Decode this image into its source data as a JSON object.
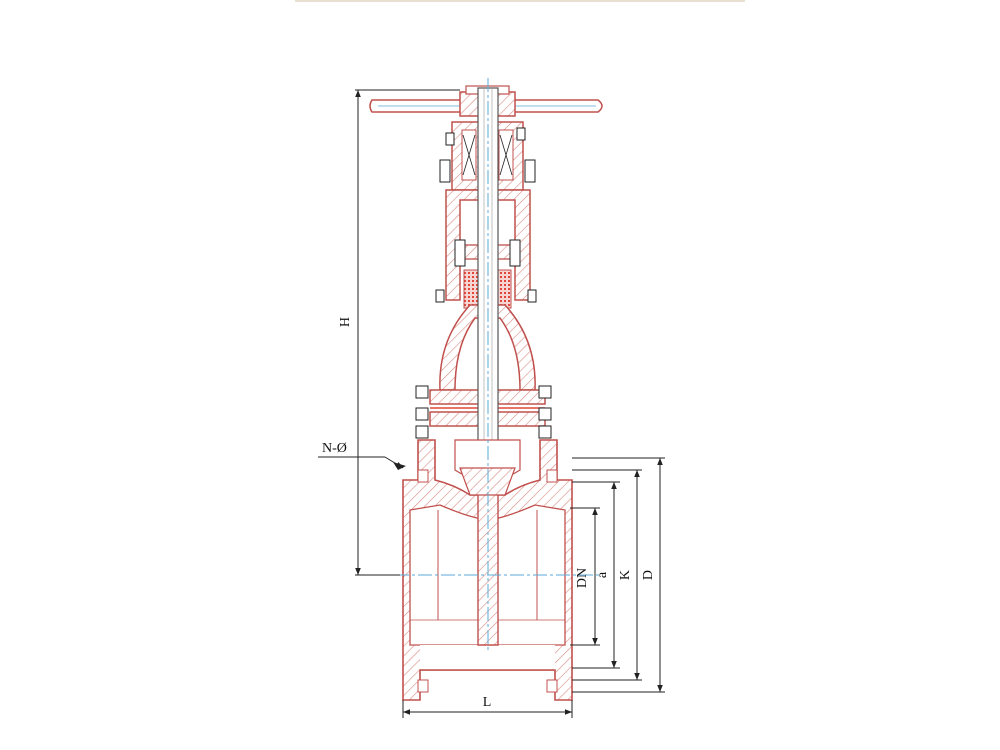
{
  "labels": {
    "height": "H",
    "holes": "N-Ø",
    "nominal_diameter": "DN",
    "a": "a",
    "k": "K",
    "d": "D",
    "length": "L"
  },
  "colors": {
    "part_outline": "#c0504d",
    "hatch": "#d98c86",
    "packing": "#e0463a",
    "centerline": "#5aa9d8",
    "dimension": "#222222",
    "stem": "#555555",
    "top_bar": "#e9dfcf"
  }
}
